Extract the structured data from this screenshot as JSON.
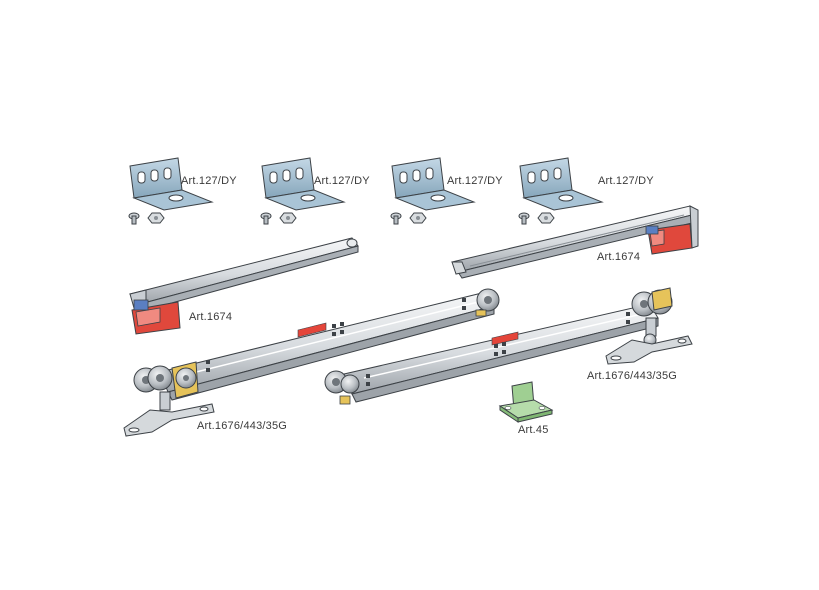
{
  "labels": {
    "bracket_1": "Art.127/DY",
    "bracket_2": "Art.127/DY",
    "bracket_3": "Art.127/DY",
    "bracket_4": "Art.127/DY",
    "stop_right": "Art.1674",
    "stop_left": "Art.1674",
    "hanger_right": "Art.1676/443/35G",
    "hanger_left": "Art.1676/443/35G",
    "floor_guide": "Art.45"
  },
  "colors": {
    "bracket_blue": "#a9c4d6",
    "bracket_blue_dark": "#6f8ea3",
    "metal_light": "#eef0f2",
    "metal_mid": "#c9ced3",
    "metal_dark": "#8a9096",
    "outline": "#3d4247",
    "stop_red": "#e0483c",
    "accent_red": "#e4453a",
    "wheel_bracket_yellow": "#e6c35a",
    "guide_green": "#9fcf92",
    "text": "#3a3a3a"
  }
}
